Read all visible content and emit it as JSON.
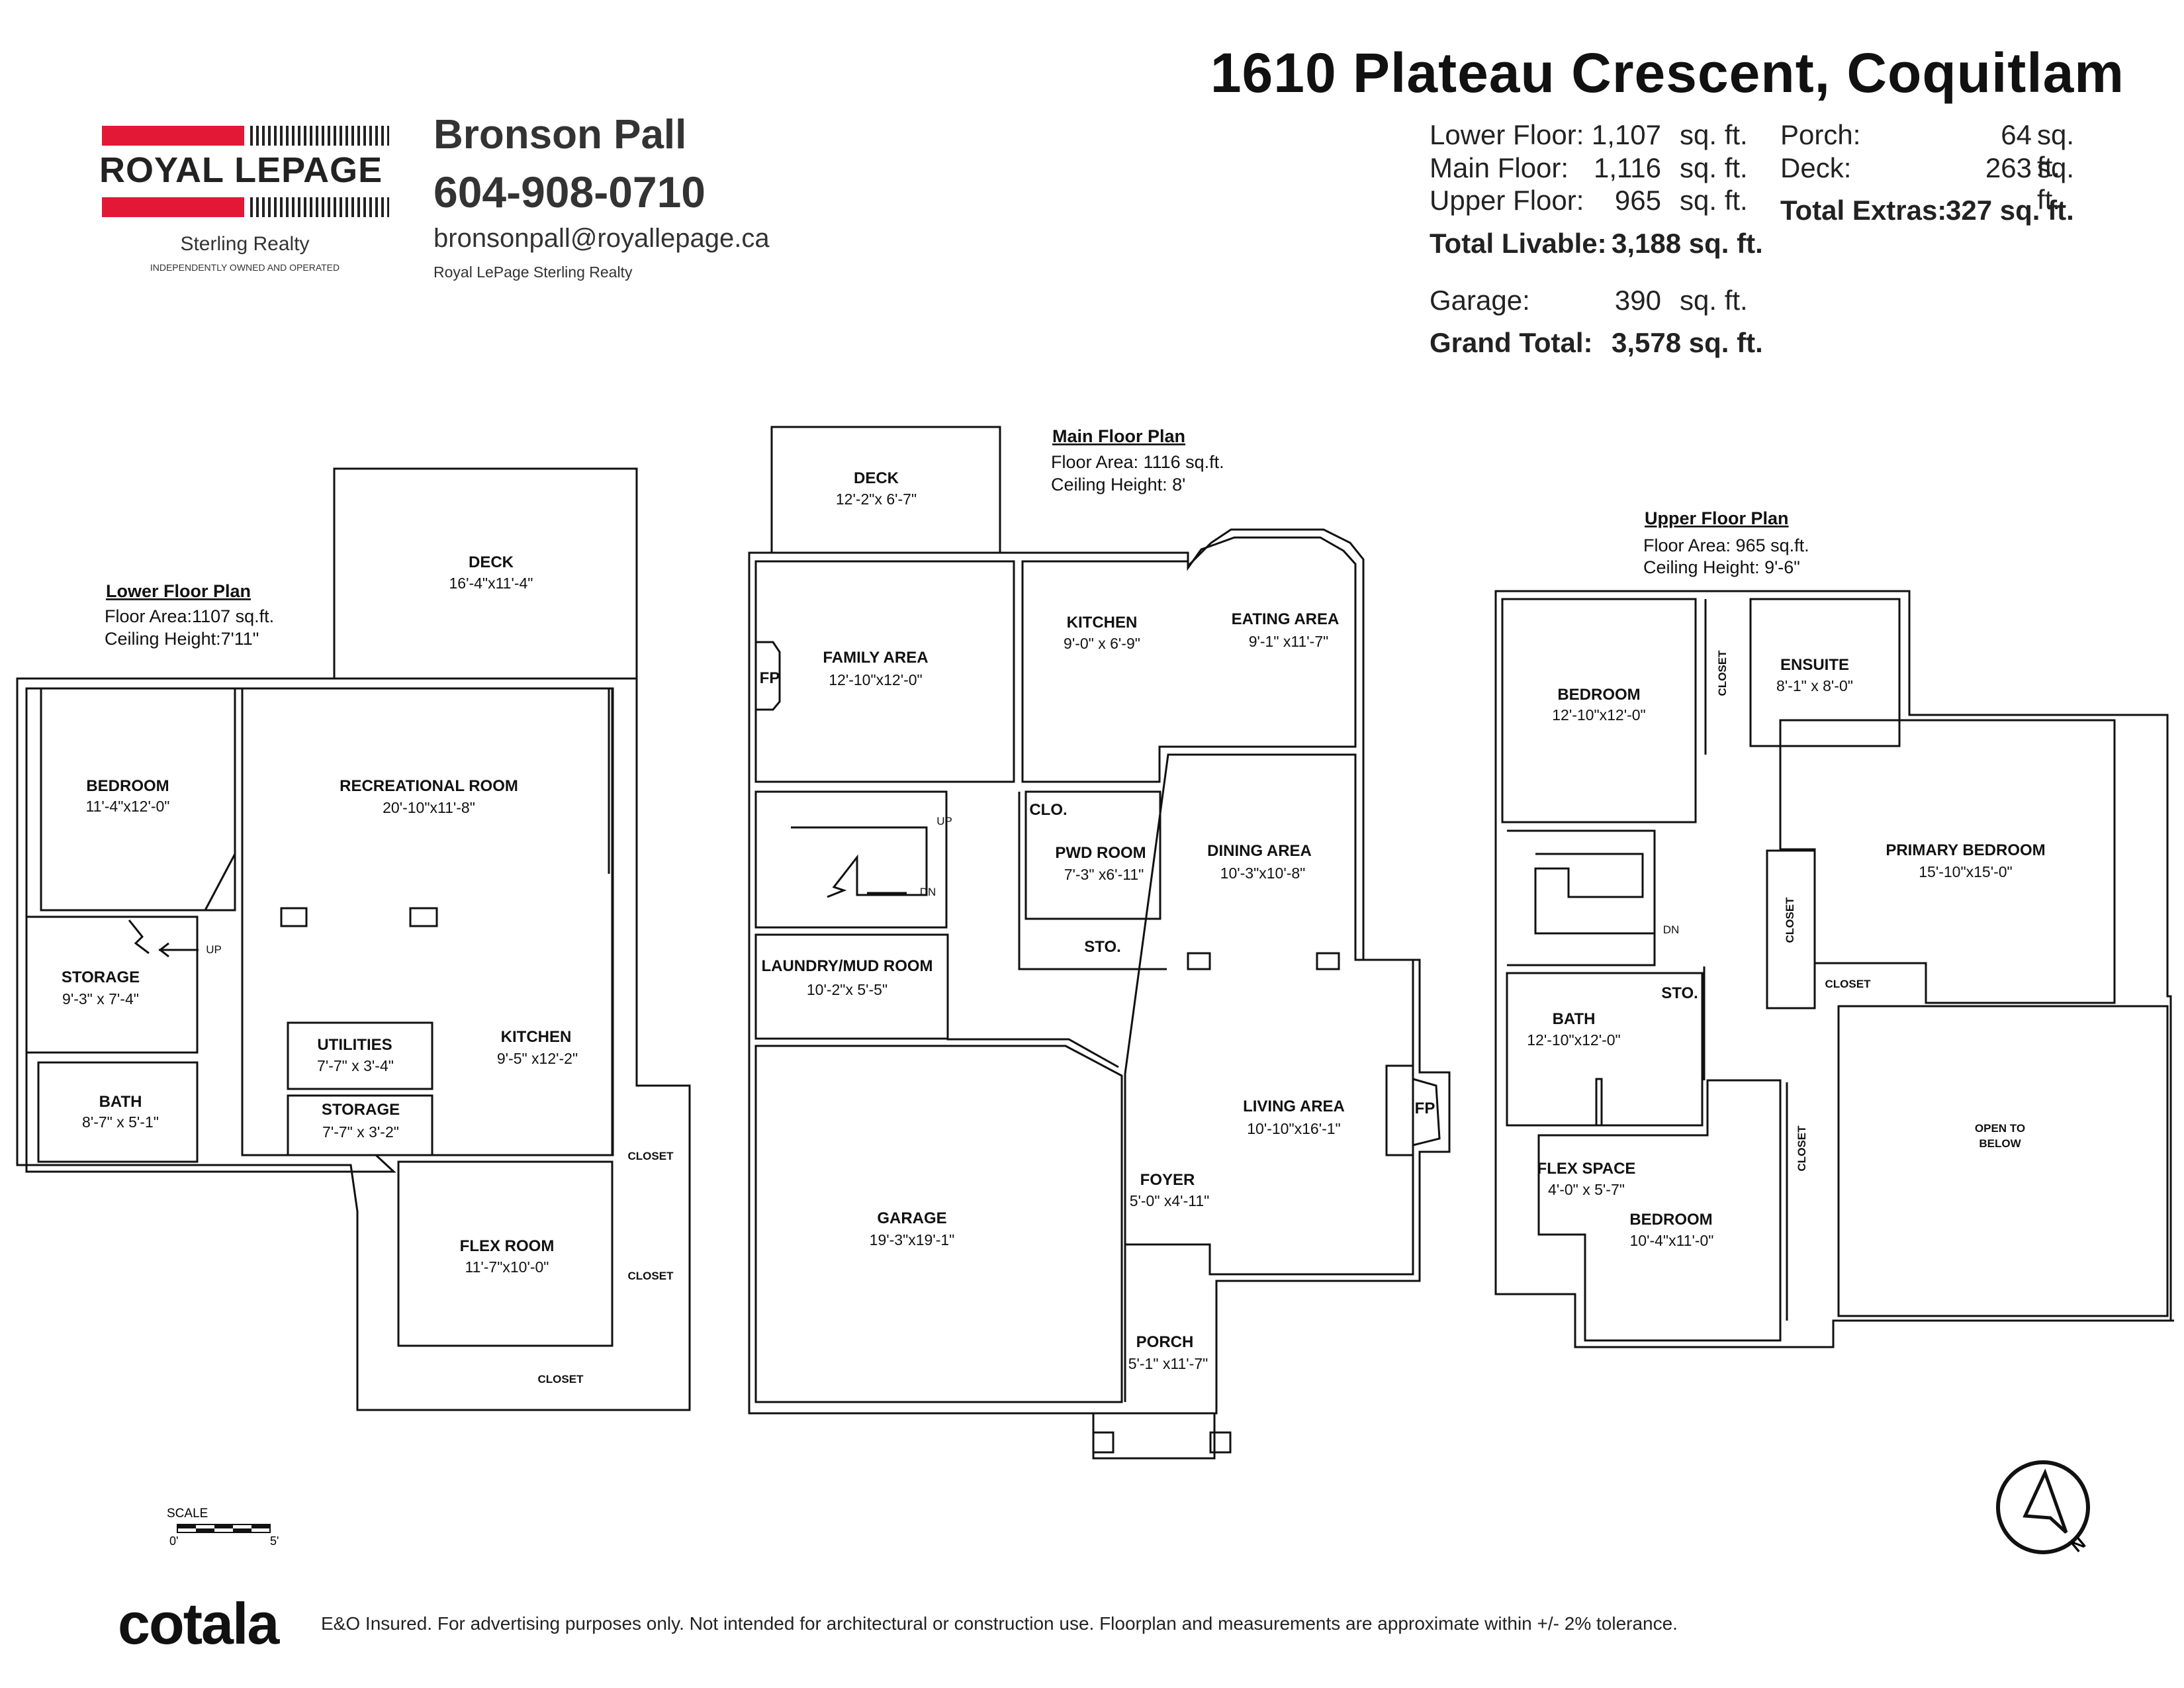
{
  "header": {
    "address": "1610 Plateau Crescent, Coquitlam",
    "brand": {
      "logo_text": "ROYAL LEPAGE",
      "office": "Sterling Realty",
      "tagline": "INDEPENDENTLY OWNED AND OPERATED",
      "accent_color": "#e31837"
    },
    "agent": {
      "name": "Bronson Pall",
      "phone": "604-908-0710",
      "email": "bronsonpall@royallepage.ca",
      "brokerage": "Royal LePage Sterling Realty"
    }
  },
  "areas": {
    "lower": {
      "label": "Lower Floor:",
      "value": "1,107",
      "unit": "sq. ft."
    },
    "main": {
      "label": "Main Floor:",
      "value": "1,116",
      "unit": "sq. ft."
    },
    "upper": {
      "label": "Upper Floor:",
      "value": "965",
      "unit": "sq. ft."
    },
    "total_livable": {
      "label": "Total Livable:",
      "value": "3,188 sq. ft."
    },
    "garage": {
      "label": "Garage:",
      "value": "390",
      "unit": "sq. ft."
    },
    "grand_total": {
      "label": "Grand Total:",
      "value": "3,578 sq. ft."
    },
    "porch": {
      "label": "Porch:",
      "value": "64",
      "unit": "sq. ft."
    },
    "deck": {
      "label": "Deck:",
      "value": "263",
      "unit": "sq. ft."
    },
    "total_extras": {
      "label": "Total Extras:",
      "value": "327 sq. ft."
    }
  },
  "plans": {
    "lower": {
      "title": "Lower Floor Plan",
      "area": "Floor Area:1107 sq.ft.",
      "ceiling": "Ceiling Height:7'11\"",
      "rooms": {
        "deck": {
          "name": "DECK",
          "dim": "16'-4\"x11'-4\""
        },
        "bedroom": {
          "name": "BEDROOM",
          "dim": "11'-4\"x12'-0\""
        },
        "rec": {
          "name": "RECREATIONAL ROOM",
          "dim": "20'-10\"x11'-8\""
        },
        "storage": {
          "name": "STORAGE",
          "dim": "9'-3\" x 7'-4\""
        },
        "bath": {
          "name": "BATH",
          "dim": "8'-7\" x 5'-1\""
        },
        "utilities": {
          "name": "UTILITIES",
          "dim": "7'-7\" x 3'-4\""
        },
        "storage2": {
          "name": "STORAGE",
          "dim": "7'-7\" x 3'-2\""
        },
        "kitchen": {
          "name": "KITCHEN",
          "dim": "9'-5\" x12'-2\""
        },
        "flex": {
          "name": "FLEX ROOM",
          "dim": "11'-7\"x10'-0\""
        }
      },
      "labels": {
        "closet1": "CLOSET",
        "closet2": "CLOSET",
        "closet3": "CLOSET",
        "up": "UP"
      }
    },
    "main": {
      "title": "Main Floor Plan",
      "area": "Floor Area: 1116 sq.ft.",
      "ceiling": "Ceiling Height: 8'",
      "rooms": {
        "deck": {
          "name": "DECK",
          "dim": "12'-2\"x 6'-7\""
        },
        "family": {
          "name": "FAMILY AREA",
          "dim": "12'-10\"x12'-0\""
        },
        "kitchen": {
          "name": "KITCHEN",
          "dim": "9'-0\" x 6'-9\""
        },
        "eating": {
          "name": "EATING AREA",
          "dim": "9'-1\" x11'-7\""
        },
        "pwd": {
          "name": "PWD ROOM",
          "dim": "7'-3\" x6'-11\""
        },
        "dining": {
          "name": "DINING AREA",
          "dim": "10'-3\"x10'-8\""
        },
        "laundry": {
          "name": "LAUNDRY/MUD ROOM",
          "dim": "10'-2\"x 5'-5\""
        },
        "living": {
          "name": "LIVING AREA",
          "dim": "10'-10\"x16'-1\""
        },
        "foyer": {
          "name": "FOYER",
          "dim": "5'-0\" x4'-11\""
        },
        "garage": {
          "name": "GARAGE",
          "dim": "19'-3\"x19'-1\""
        },
        "porch": {
          "name": "PORCH",
          "dim": "5'-1\" x11'-7\""
        }
      },
      "labels": {
        "clo": "CLO.",
        "sto": "STO.",
        "up": "UP",
        "dn": "DN",
        "fp1": "FP",
        "fp2": "FP"
      }
    },
    "upper": {
      "title": "Upper Floor Plan",
      "area": "Floor Area: 965 sq.ft.",
      "ceiling": "Ceiling Height: 9'-6\"",
      "rooms": {
        "bedroom1": {
          "name": "BEDROOM",
          "dim": "12'-10\"x12'-0\""
        },
        "ensuite": {
          "name": "ENSUITE",
          "dim": "8'-1\" x 8'-0\""
        },
        "primary": {
          "name": "PRIMARY BEDROOM",
          "dim": "15'-10\"x15'-0\""
        },
        "bath": {
          "name": "BATH",
          "dim": "12'-10\"x12'-0\""
        },
        "flex": {
          "name": "FLEX SPACE",
          "dim": "4'-0\" x 5'-7\""
        },
        "bedroom2": {
          "name": "BEDROOM",
          "dim": "10'-4\"x11'-0\""
        },
        "open1": "OPEN TO",
        "open2": "BELOW"
      },
      "labels": {
        "closet_v1": "CLOSET",
        "closet_v2": "CLOSET",
        "closet_v3": "CLOSET",
        "closet_h": "CLOSET",
        "sto": "STO.",
        "dn": "DN"
      }
    }
  },
  "scale": {
    "label": "SCALE",
    "start": "0'",
    "end": "5'"
  },
  "compass": {
    "letter": "N"
  },
  "footer": {
    "logo": "cotala",
    "note": "E&O Insured. For advertising purposes only. Not intended for architectural or construction use. Floorplan and measurements are approximate within +/- 2% tolerance."
  }
}
